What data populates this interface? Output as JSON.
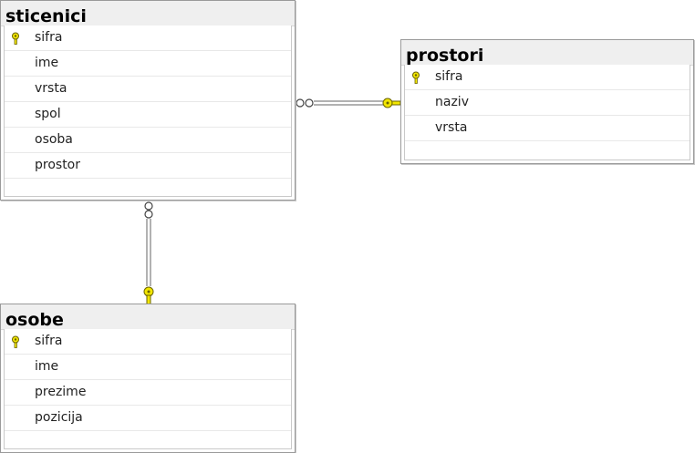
{
  "tables": {
    "sticenici": {
      "title": "sticenici",
      "columns": [
        {
          "name": "sifra",
          "primary_key": true
        },
        {
          "name": "ime",
          "primary_key": false
        },
        {
          "name": "vrsta",
          "primary_key": false
        },
        {
          "name": "spol",
          "primary_key": false
        },
        {
          "name": "osoba",
          "primary_key": false
        },
        {
          "name": "prostor",
          "primary_key": false
        }
      ]
    },
    "prostori": {
      "title": "prostori",
      "columns": [
        {
          "name": "sifra",
          "primary_key": true
        },
        {
          "name": "naziv",
          "primary_key": false
        },
        {
          "name": "vrsta",
          "primary_key": false
        }
      ]
    },
    "osobe": {
      "title": "osobe",
      "columns": [
        {
          "name": "sifra",
          "primary_key": true
        },
        {
          "name": "ime",
          "primary_key": false
        },
        {
          "name": "prezime",
          "primary_key": false
        },
        {
          "name": "pozicija",
          "primary_key": false
        }
      ]
    }
  },
  "relationships": [
    {
      "from": "sticenici",
      "to": "prostori",
      "from_end": "many",
      "to_end": "key"
    },
    {
      "from": "sticenici",
      "to": "osobe",
      "from_end": "many",
      "to_end": "key"
    }
  ],
  "colors": {
    "key_icon": "#f2e600",
    "key_outline": "#6b6400"
  }
}
